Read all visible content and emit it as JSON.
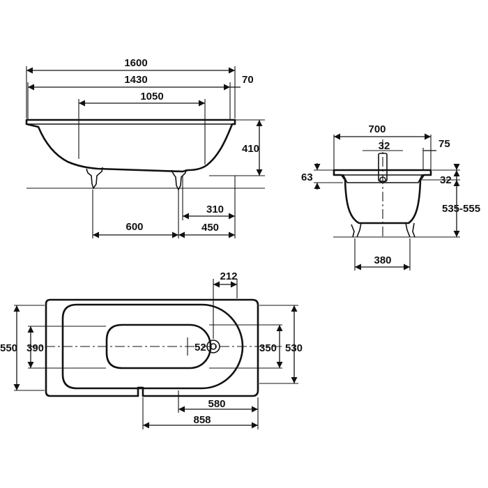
{
  "side_view": {
    "overall_length": "1600",
    "inner_length": "1430",
    "rim_width": "70",
    "bottom_length": "1050",
    "height": "410",
    "feet_spacing": "600",
    "drain_offset": "450",
    "waste_offset": "310"
  },
  "end_view": {
    "overall_width": "700",
    "rim_overhang": "75",
    "overflow_offset": "32",
    "rim_height": "63",
    "overflow_drop": "32",
    "total_height": "535-555",
    "feet_width": "380"
  },
  "plan_view": {
    "overall_width": "550",
    "inner_width_left": "390",
    "overflow_diameter": "52",
    "inner_width_right": "350",
    "outer_width_right": "530",
    "drain_offset_top": "212",
    "recess_length": "580",
    "recess_offset": "858"
  }
}
